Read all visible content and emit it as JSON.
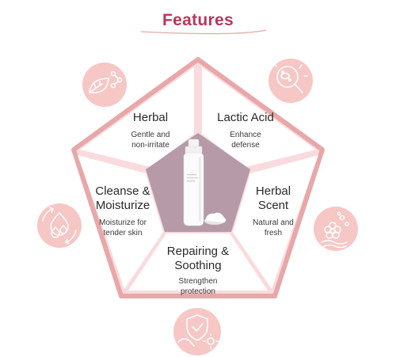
{
  "title": "Features",
  "colors": {
    "title": "#b8365a",
    "pentagon_fill": "#fadbdd",
    "pentagon_stroke": "#e8a7a9",
    "center_fill": "#b69aa8",
    "icon_circle": "#f6c7c5"
  },
  "features": [
    {
      "name": "Herbal",
      "desc_lines": [
        "Gentle and",
        "non-irritate"
      ],
      "icon": "leaf-molecule-icon"
    },
    {
      "name": "Lactic Acid",
      "desc_lines": [
        "Enhance",
        "defense"
      ],
      "icon": "microbe-magnifier-icon"
    },
    {
      "name_lines": [
        "Herbal",
        "Scent"
      ],
      "desc_lines": [
        "Natural and",
        "fresh"
      ],
      "icon": "flower-bubbles-icon"
    },
    {
      "name_lines": [
        "Repairing &",
        "Soothing"
      ],
      "desc_lines": [
        "Strengthen",
        "protection"
      ],
      "icon": "shield-check-icon"
    },
    {
      "name_lines": [
        "Cleanse &",
        "Moisturize"
      ],
      "desc_lines": [
        "Moisturize for",
        "tender skin"
      ],
      "icon": "water-drops-cycle-icon"
    }
  ]
}
